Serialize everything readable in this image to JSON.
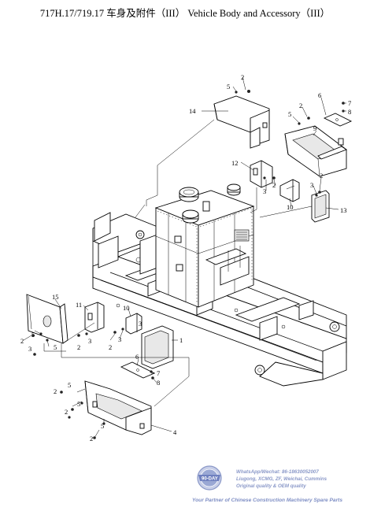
{
  "title": "717H.17/719.17  车身及附件（III）   Vehicle Body and Accessory（III）",
  "callouts": {
    "c1": "1",
    "c2": "2",
    "c3": "3",
    "c4": "4",
    "c5": "5",
    "c6": "6",
    "c7": "7",
    "c8": "8",
    "c9": "9",
    "c10": "10",
    "c11": "11",
    "c12": "12",
    "c13": "13",
    "c14": "14",
    "c15": "15"
  },
  "watermark": {
    "badge": "90-DAY",
    "line1": "WhatsApp/Wechat: 86-18630052007",
    "line2": "Liugong, XCMG, ZF, Weichai, Cummins",
    "line3": "Original quality & OEM quality",
    "tagline": "Your Partner of Chinese Construction Machinery Spare Parts"
  }
}
